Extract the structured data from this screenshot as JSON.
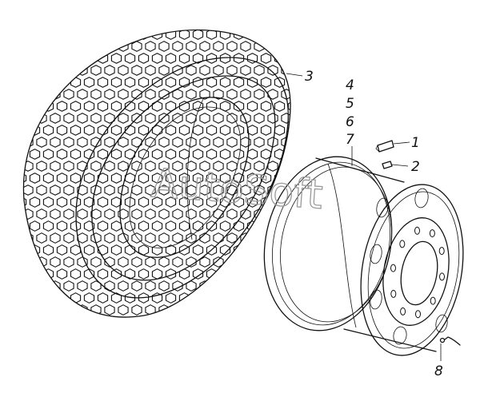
{
  "callouts": {
    "c1": "1",
    "c2": "2",
    "c3": "3",
    "c4": "4",
    "c5": "5",
    "c6": "6",
    "c7": "7",
    "c8": "8"
  },
  "watermark": "AutoSoft",
  "colors": {
    "line": "#111111",
    "watermark": "#9a9a9a",
    "background": "#ffffff"
  }
}
